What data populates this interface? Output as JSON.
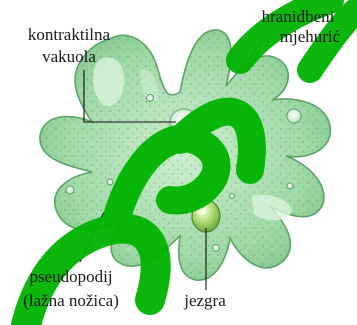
{
  "labels": {
    "contractile_vacuole_line1": "kontraktilna",
    "contractile_vacuole_line2": "vakuola",
    "food_vacuole_line1": "hranidbeni",
    "food_vacuole_line2": "mjehurić",
    "pseudopod_line1": "pseudopodij",
    "pseudopod_line2": "(lažna nožica)",
    "nucleus": "jezgra"
  },
  "colors": {
    "cytoplasm": "#8fcf9a",
    "outline": "#4f9a5a",
    "nucleus": "#9fd36a",
    "watermark": "#00b300"
  }
}
